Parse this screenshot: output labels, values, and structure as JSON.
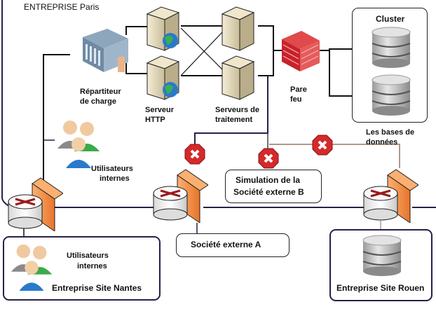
{
  "title": "ENTREPRISE  Paris",
  "nodes": {
    "load_balancer": {
      "line1": "Répartiteur",
      "line2": "de charge"
    },
    "http_servers": {
      "line1": "Serveur",
      "line2": "HTTP"
    },
    "processing_servers": {
      "line1": "Serveurs de",
      "line2": "traitement"
    },
    "firewall_paris": {
      "line1": "Pare",
      "line2": "feu"
    },
    "cluster": {
      "title": "Cluster"
    },
    "databases": {
      "line1": "Les bases de",
      "line2": "données"
    },
    "internal_users_paris": {
      "line1": "Utilisateurs",
      "line2": "internes"
    },
    "external_b": {
      "line1": "Simulation de la",
      "line2": "Société externe B"
    },
    "external_a": {
      "label": "Société externe A"
    },
    "site_nantes": {
      "users_line1": "Utilisateurs",
      "users_line2": "internes",
      "label": "Entreprise Site Nantes"
    },
    "site_rouen": {
      "label": "Entreprise Site Rouen"
    }
  },
  "blocked_links": 3,
  "colors": {
    "wan_line": "#2a1f4a",
    "lan_line": "#111111",
    "blocked_line": "#b0988a",
    "blocked_marker": "#d42a2a",
    "router_arrow": "#9a1a1a",
    "firewall_orange": "#f08a3a",
    "firewall_red": "#c8222a"
  }
}
